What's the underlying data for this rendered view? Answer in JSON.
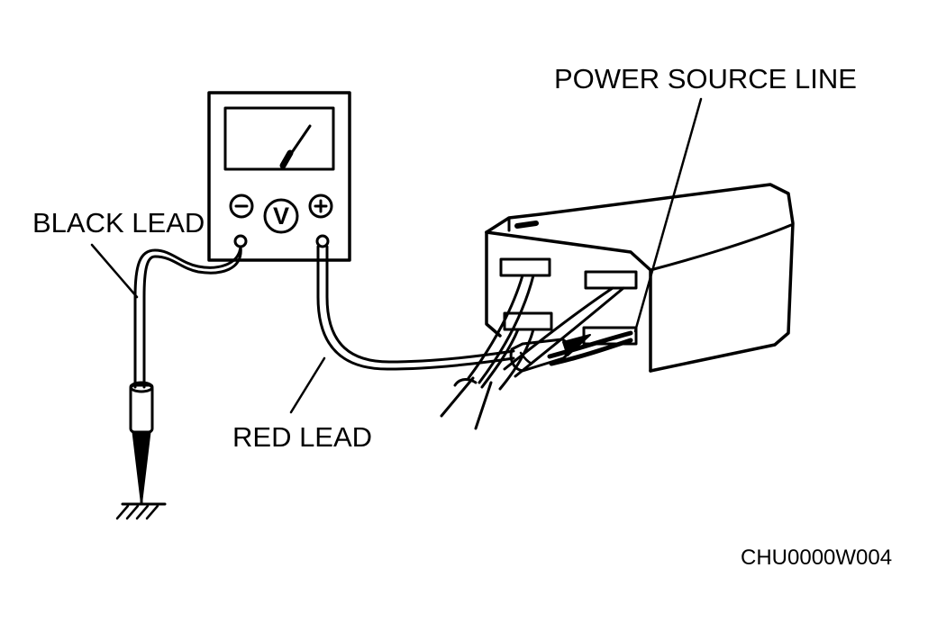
{
  "labels": {
    "power_source_line": "POWER SOURCE LINE",
    "black_lead": "BLACK LEAD",
    "red_lead": "RED LEAD",
    "figure_code": "CHU0000W004"
  },
  "meter": {
    "unit_symbol": "V",
    "minus_symbol": "−",
    "plus_symbol": "+"
  },
  "colors": {
    "line": "#000000",
    "background": "#ffffff"
  }
}
